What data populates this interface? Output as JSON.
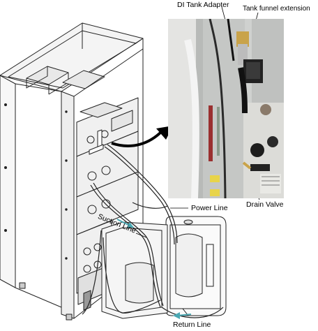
{
  "labels": {
    "di_tank_adapter": "DI Tank Adapter",
    "tank_funnel_extension": "Tank funnel extension",
    "drain_valve": "Drain Valve",
    "power_line": "Power Line",
    "suction_line": "Suction Line",
    "return_line": "Return Line"
  },
  "colors": {
    "flow_arrow": "#4aa8b3",
    "line_art": "#222222",
    "photo_bg": "#cfd1cf",
    "callout_arrow": "#000000"
  }
}
